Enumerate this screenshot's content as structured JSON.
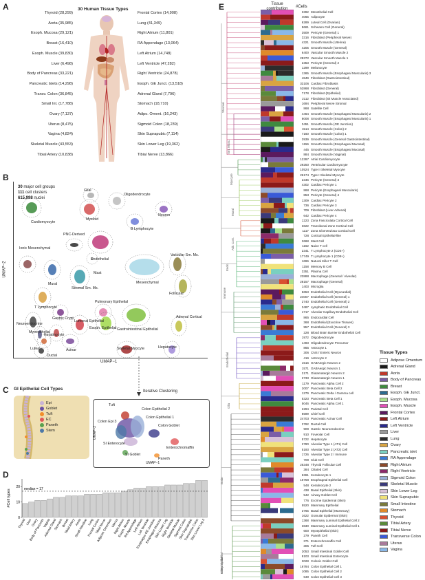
{
  "panels": {
    "A": "A",
    "B": "B",
    "C": "C",
    "D": "D",
    "E": "E"
  },
  "panelA": {
    "title": "30 Human Tissue Types",
    "left": [
      "Thyroid (28,299)",
      "Aorta (35,985)",
      "Esoph. Mucosa (29,121)",
      "Breast (16,410)",
      "Esoph. Muscle (39,830)",
      "Liver (6,498)",
      "Body of Pancreas (33,221)",
      "Pancreatic Islets (14,298)",
      "Transv. Colon (36,845)",
      "Small Int. (17,788)",
      "Ovary (7,137)",
      "Uterus (8,475)",
      "Vagina (4,824)",
      "Skeletal Muscle (43,553)",
      "Tibial Artery (10,838)"
    ],
    "right": [
      "Frontal Cortex (14,908)",
      "Lung (41,349)",
      "Right Atrium (11,801)",
      "RA Appendage (13,064)",
      "Left Atrium (14,748)",
      "Left Ventricle (47,282)",
      "Right Ventricle (24,878)",
      "Esoph. GE Junct. (13,518)",
      "Adrenal Gland (7,796)",
      "Stomach (18,710)",
      "Adipo. Oment. (16,243)",
      "Sigmoid Colon (18,239)",
      "Skin Suprapubic (7,114)",
      "Skin Lower Leg (19,362)",
      "Tibial Nerve (13,866)"
    ]
  },
  "panelB": {
    "stats": [
      "30",
      "major cell groups",
      "111",
      "cell clusters",
      "615,998",
      "nuclei"
    ],
    "xlabel": "UMAP−1",
    "ylabel": "UMAP−2",
    "clusters": [
      "Glial",
      "Oligodendrocyte",
      "Cardiomyocyte",
      "Myeloid",
      "Neuron",
      "B Lymphocyte",
      "Ionic Mesenchymal",
      "PNC-Derived",
      "Endothelial",
      "Vascular Sm. Ms.",
      "Mast",
      "Mural",
      "Stromal Sm. Ms.",
      "Mesenchymal",
      "T Lymphocyte",
      "Follicular",
      "Neuroendocrine",
      "Gastric Crypt",
      "Pulmonary Epithelial",
      "Adrenal Cortical",
      "Myoepithelial",
      "Keratinocyte",
      "Lumenal Epithelial",
      "Esoph. Epithelial",
      "Gastrointestinal Epithelial",
      "Luteal",
      "Acinar",
      "Ductal",
      "Skeletal Myocyte",
      "Hepatocyte"
    ],
    "iterative": "Iterative Clustering"
  },
  "panelC": {
    "title": "GI Epithelial Cell Types",
    "legend": [
      "Epi",
      "Goblet",
      "Tuft",
      "EC",
      "Paneth",
      "Stem"
    ],
    "legend_colors": [
      "#c9b2d6",
      "#6a51a3",
      "#f28e2b",
      "#e15759",
      "#59a14f",
      "#4e79a7"
    ],
    "umap_labels": [
      "Tuft",
      "Colon Epithelial 2",
      "Colon Epithelial 1",
      "Colon Epi 3",
      "Colon Goblet",
      "SI Enterocyte",
      "Enterochromaffin",
      "SI Goblet",
      "Paneth"
    ],
    "xlabel": "UMAP−1",
    "ylabel": "UMAP−2"
  },
  "chart_data": {
    "type": "bar",
    "ylabel": "#Cell types",
    "median_label": "median = 17",
    "median": 17,
    "ylim": [
      0,
      25
    ],
    "yticks": [
      0,
      10,
      20
    ],
    "categories": [
      "Thyroid",
      "Liver",
      "Ovary",
      "Body of Pancreas",
      "Vagina",
      "Adrenal Gland",
      "Stomach",
      "Breast",
      "Tibial Artery",
      "Aorta",
      "Small Intestine",
      "Lung",
      "Frontal Cortex",
      "Tibial Nerve",
      "Adipose Omentum",
      "Uterus",
      "Right Atrium",
      "Esoph. Muscle",
      "RA Appendage",
      "Left Atrium",
      "Left Ventricle",
      "Esophagus GE Junction",
      "Esophagus Mucosa",
      "Skin Lower Leg",
      "Right Ventricle",
      "Skeletal Muscle",
      "Sigmoid Colon",
      "Skin Suprapubic",
      "Transverse Colon",
      "Skin Lower Leg 2"
    ],
    "values": [
      9,
      10,
      11,
      11,
      12,
      13,
      13,
      14,
      14,
      14,
      15,
      15,
      15,
      16,
      16,
      16,
      17,
      18,
      19,
      19,
      20,
      20,
      20,
      21,
      21,
      21,
      22,
      22,
      24,
      24
    ]
  },
  "panelE": {
    "header_contrib": "Tissue contribution",
    "header_cells": "#Cells",
    "groups": [
      "Stromal",
      "Sm. Musc.",
      "Myocyte",
      "Mural",
      "Adr. Cort.",
      "Endo.",
      "Immune",
      "Endothelial",
      "Glia",
      "Brain",
      "Islet",
      "Other Epithelial",
      "GI Epithelial"
    ],
    "rows": [
      [
        "3392",
        "Mesothelial Cell"
      ],
      [
        "4065",
        "Adipocyte"
      ],
      [
        "6289",
        "Luteal Cell (Ovarian)"
      ],
      [
        "9661",
        "Schwann Cell (General)"
      ],
      [
        "3509",
        "Pericyte (General) 1"
      ],
      [
        "3316",
        "Fibroblast (Peripheral Nerve)"
      ],
      [
        "4321",
        "Smooth Muscle (Uterine)"
      ],
      [
        "4205",
        "Smooth Muscle (General)"
      ],
      [
        "6400",
        "Vascular Smooth Muscle 2"
      ],
      [
        "28372",
        "Vascular Smooth Muscle 1"
      ],
      [
        "2353",
        "Pericyte (General) 2"
      ],
      [
        "1299",
        "Melanocyte"
      ],
      [
        "1365",
        "Smooth Muscle (Esophageal Muscularis) 3"
      ],
      [
        "4849",
        "Fibroblast (Gastrointestinal)"
      ],
      [
        "33106",
        "Cardiac Fibroblasts"
      ],
      [
        "52868",
        "Fibroblast (General)"
      ],
      [
        "7178",
        "Fibroblast (Epithelial)"
      ],
      [
        "2112",
        "Fibroblast (Sk Muscle Associated)"
      ],
      [
        "1694",
        "Peripheral Nerve Stromal"
      ],
      [
        "868",
        "Satellite Cell"
      ],
      [
        "4464",
        "Smooth Muscle (Esophageal Muscularis) 2"
      ],
      [
        "8008",
        "Smooth Muscle (Esophageal Muscularis) 1"
      ],
      [
        "3451",
        "Smooth Muscle (GE Junction)"
      ],
      [
        "3114",
        "Smooth Muscle (Colon) 2"
      ],
      [
        "7160",
        "Smooth Muscle (Colon) 1"
      ],
      [
        "3939",
        "Smooth Muscle (General Gastrointestinal)"
      ],
      [
        "1156",
        "Smooth Muscle (Esophageal Mucosal)"
      ],
      [
        "445",
        "Smooth Muscle (Esophageal Mucosal)"
      ],
      [
        "884",
        "Smooth Muscle (Vaginal)"
      ],
      [
        "12397",
        "Atrial Cardiomyocyte"
      ],
      [
        "29250",
        "Ventricular Cardiomyocyte"
      ],
      [
        "10524",
        "Type II Skeletal Myocyte"
      ],
      [
        "26174",
        "Type I Skeletal Myocyte"
      ],
      [
        "2346",
        "Pericyte (General) 3"
      ],
      [
        "4302",
        "Cardiac Pericyte 1"
      ],
      [
        "868",
        "Pericyte (Esophageal Muscularis)"
      ],
      [
        "853",
        "Pericyte (General) 4"
      ],
      [
        "1309",
        "Cardiac Pericyte 2"
      ],
      [
        "736",
        "Cardiac Pericyte 3"
      ],
      [
        "709",
        "Fibroblast (Liver Adrenal)"
      ],
      [
        "642",
        "Cardiac Pericyte 4"
      ],
      [
        "1223",
        "Zona Fasciculata Cortical Cell"
      ],
      [
        "3622",
        "Transitional Zone Cortical Cell"
      ],
      [
        "1117",
        "Zona Glomerulosa Cortical Cell"
      ],
      [
        "728",
        "Cortical Epithelial-like"
      ],
      [
        "2668",
        "Mast Cell"
      ],
      [
        "1162",
        "Naive T cell"
      ],
      [
        "2341",
        "T Lymphocyte 2 (CD4+)"
      ],
      [
        "17749",
        "T Lymphocyte 1 (CD8+)"
      ],
      [
        "1696",
        "Natural Killer T Cell"
      ],
      [
        "1158",
        "Memory B Cell"
      ],
      [
        "3351",
        "Plasma Cell"
      ],
      [
        "23888",
        "Macrophage (General / Alveolar)"
      ],
      [
        "28157",
        "Macrophage (General)"
      ],
      [
        "1403",
        "Microglia"
      ],
      [
        "6653",
        "Endothelial Cell (Myocardial)"
      ],
      [
        "24007",
        "Endothelial Cell (General) 1"
      ],
      [
        "2740",
        "Endothelial Cell (General) 2"
      ],
      [
        "3487",
        "Lymphatic Endothelial Cell"
      ],
      [
        "1717",
        "Alveolar Capillary Endothelial Cell"
      ],
      [
        "865",
        "Endocardial Cell"
      ],
      [
        "368",
        "Endothelial (Exocrine Tissues)"
      ],
      [
        "957",
        "Endothelial Cell (General) 3"
      ],
      [
        "228",
        "Blood Brain Barrier Endothelial Cell"
      ],
      [
        "1972",
        "Oligodendrocyte"
      ],
      [
        "1493",
        "Oligodendrocyte Precursor"
      ],
      [
        "865",
        "Astrocyte 1"
      ],
      [
        "306",
        "CNS / Enteric Neuron"
      ],
      [
        "416",
        "Astrocyte 2"
      ],
      [
        "1516",
        "GABAergic Neuron 2"
      ],
      [
        "1571",
        "GABAergic Neuron 1"
      ],
      [
        "2171",
        "Glutamatergic Neuron 2"
      ],
      [
        "2733",
        "Glutamatergic Neuron 1"
      ],
      [
        "1179",
        "Pancreatic Alpha Cell 2"
      ],
      [
        "2007",
        "Pancreatic Beta Cell 2"
      ],
      [
        "1279",
        "Pancreatic Delta / Gamma cell"
      ],
      [
        "5323",
        "Pancreatic Beta Cell 1"
      ],
      [
        "5046",
        "Pancreatic Alpha Cell 1"
      ],
      [
        "2294",
        "Parietal Cell"
      ],
      [
        "8599",
        "Chief Cell"
      ],
      [
        "24703",
        "Pancreatic Acinar Cell"
      ],
      [
        "2762",
        "Ductal Cell"
      ],
      [
        "909",
        "Gastric Neuroendocrine"
      ],
      [
        "910",
        "Foveolar Cell"
      ],
      [
        "5722",
        "Hepatocyte"
      ],
      [
        "2780",
        "Alveolar Type 1 (AT1) Cell"
      ],
      [
        "5193",
        "Alveolar Type 2 (AT2) Cell"
      ],
      [
        "1726",
        "Alveolar Type 2 / Immune"
      ],
      [
        "709",
        "Club Cell"
      ],
      [
        "25348",
        "Thyroid Follicular Cell"
      ],
      [
        "384",
        "Ciliated Cell"
      ],
      [
        "6361",
        "Keratinocyte 1"
      ],
      [
        "16758",
        "Esophageal Epithelial Cell"
      ],
      [
        "548",
        "Keratinocyte 2"
      ],
      [
        "438",
        "Basal Epithelial (Skin)"
      ],
      [
        "542",
        "Airway Goblet Cell"
      ],
      [
        "776",
        "Eccrine Epidermal (Skin)"
      ],
      [
        "5520",
        "Mammary Epithelial"
      ],
      [
        "3765",
        "Basal Epithelial (Mammary)"
      ],
      [
        "1622",
        "Granular Epidermal (Skin)"
      ],
      [
        "1368",
        "Mammary Luminal Epithelial Cell 2"
      ],
      [
        "3630",
        "Mammary Luminal Epithelial Cell 1"
      ],
      [
        "600",
        "Myoepithelial (Skin)"
      ],
      [
        "279",
        "Paneth Cell"
      ],
      [
        "371",
        "Enterochromaffin Cell"
      ],
      [
        "305",
        "Tuft Cell"
      ],
      [
        "2053",
        "Small Intestinal Goblet Cell"
      ],
      [
        "8103",
        "Small Intestinal Enterocyte"
      ],
      [
        "3028",
        "Colonic Goblet Cell"
      ],
      [
        "16784",
        "Colon Epithelial Cell 1"
      ],
      [
        "1085",
        "Colon Epithelial Cell 2"
      ],
      [
        "649",
        "Colon Epithelial Cell 3"
      ]
    ]
  },
  "tissue_legend": {
    "title": "Tissue Types",
    "items": [
      {
        "name": "Adipose Omentum",
        "color": "#ffffff"
      },
      {
        "name": "Adrenal Gland",
        "color": "#1a1a1a"
      },
      {
        "name": "Aorta",
        "color": "#c0392b"
      },
      {
        "name": "Body of Pancreas",
        "color": "#7b5ea7"
      },
      {
        "name": "Breast",
        "color": "#3f8a3f"
      },
      {
        "name": "Esoph. GE Junct.",
        "color": "#2c6b8f"
      },
      {
        "name": "Esoph. Mucosa",
        "color": "#a8e08a"
      },
      {
        "name": "Esoph. Muscle",
        "color": "#e24fb6"
      },
      {
        "name": "Frontal Cortex",
        "color": "#5b1a5e"
      },
      {
        "name": "Left Atrium",
        "color": "#8c1a1a"
      },
      {
        "name": "Left Ventricle",
        "color": "#2a2a8c"
      },
      {
        "name": "Liver",
        "color": "#9a9a9a"
      },
      {
        "name": "Lung",
        "color": "#2c2c2c"
      },
      {
        "name": "Ovary",
        "color": "#d9a441"
      },
      {
        "name": "Pancreatic islet",
        "color": "#7ad0c0"
      },
      {
        "name": "RA Appendage",
        "color": "#3a7bd5"
      },
      {
        "name": "Right Atrium",
        "color": "#8c4a2a"
      },
      {
        "name": "Right Ventricle",
        "color": "#8c2a6a"
      },
      {
        "name": "Sigmoid Colon",
        "color": "#9ab0d8"
      },
      {
        "name": "Skeletal Muscle",
        "color": "#3a3a7a"
      },
      {
        "name": "Skin Lower Leg",
        "color": "#d8c2d8"
      },
      {
        "name": "Skin Suprapubic",
        "color": "#f0e27a"
      },
      {
        "name": "Small Intestine",
        "color": "#7a7a3a"
      },
      {
        "name": "Stomach",
        "color": "#e08a2a"
      },
      {
        "name": "Thyroid",
        "color": "#d95030"
      },
      {
        "name": "Tibial Artery",
        "color": "#5a8a3a"
      },
      {
        "name": "Tibial Nerve",
        "color": "#8a1a1a"
      },
      {
        "name": "Transverse Colon",
        "color": "#3a5ad8"
      },
      {
        "name": "Uterus",
        "color": "#a87a9a"
      },
      {
        "name": "Vagina",
        "color": "#8ab8e8"
      }
    ]
  }
}
